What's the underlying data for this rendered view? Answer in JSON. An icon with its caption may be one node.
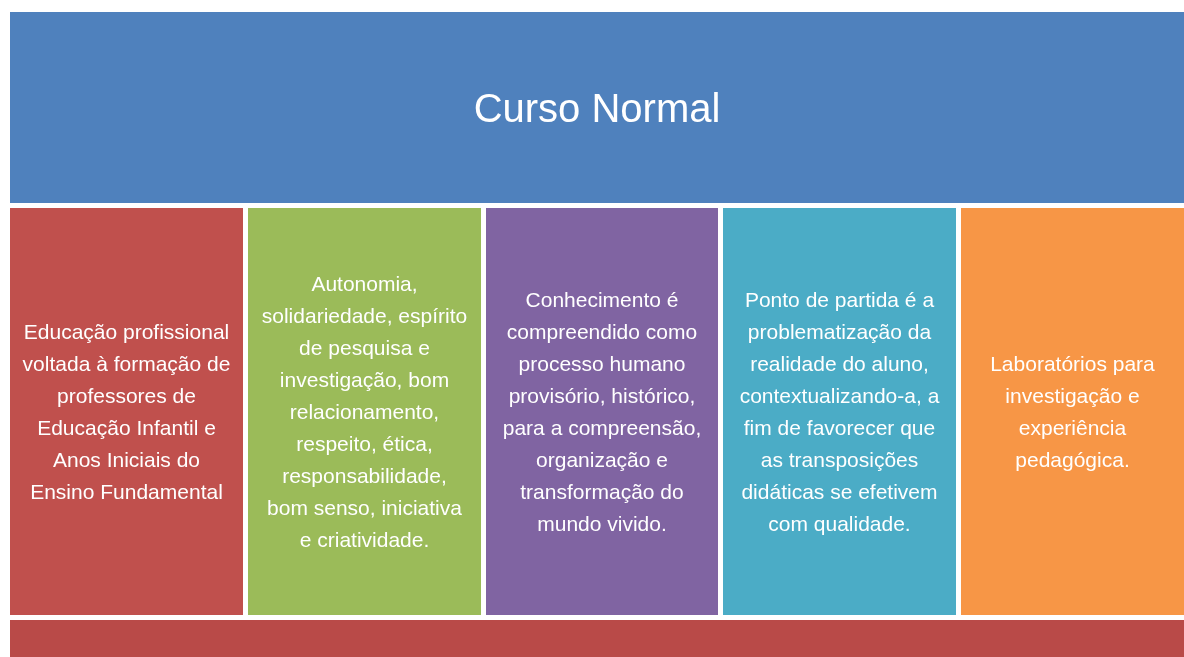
{
  "diagram": {
    "nodes": [
      {
        "text": [
          "Curso Normal"
        ]
      },
      {
        "text": [
          "Educação profissional voltada à formação de professores de Educação Infantil e Anos Iniciais do Ensino Fundamental"
        ]
      },
      {
        "text": [
          "Autonomia, solidariedade, espírito de pesquisa e investigação, bom relacionamento, respeito, ética, responsabilidade, bom senso, iniciativa e criatividade."
        ]
      },
      {
        "text": [
          "Conhecimento é compreendido como processo humano provisório, histórico, para a compreensão, organização e transformação do mundo vivido."
        ]
      },
      {
        "text": [
          "Ponto de partida é a problematização da realidade do aluno, contextualizando-a, a fim de favorecer que as transposições didáticas se efetivem com qualidade."
        ]
      },
      {
        "text": [
          "Laboratórios para investigação e experiência pedagógica."
        ]
      },
      {
        "text": [],
        "shape": "bar"
      }
    ]
  }
}
